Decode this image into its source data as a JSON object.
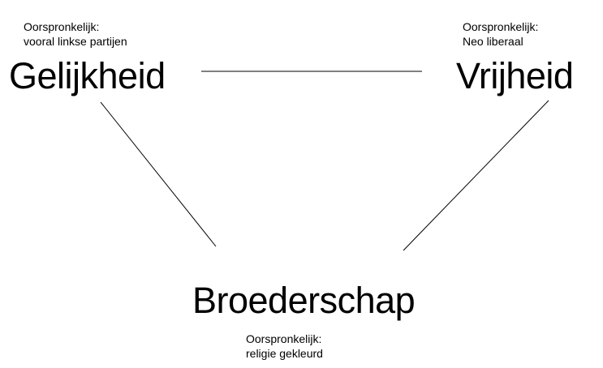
{
  "nodes": {
    "gelijkheid": {
      "title": "Gelijkheid",
      "note_line1": "Oorspronkelijk:",
      "note_line2": "vooral linkse partijen"
    },
    "vrijheid": {
      "title": "Vrijheid",
      "note_line1": "Oorspronkelijk:",
      "note_line2": "Neo liberaal"
    },
    "broederschap": {
      "title": "Broederschap",
      "note_line1": "Oorspronkelijk:",
      "note_line2": "religie gekleurd"
    }
  },
  "edges": [
    {
      "from": "gelijkheid",
      "to": "vrijheid"
    },
    {
      "from": "gelijkheid",
      "to": "broederschap"
    },
    {
      "from": "vrijheid",
      "to": "broederschap"
    }
  ],
  "colors": {
    "background": "#ffffff",
    "text": "#000000",
    "line": "#000000"
  }
}
